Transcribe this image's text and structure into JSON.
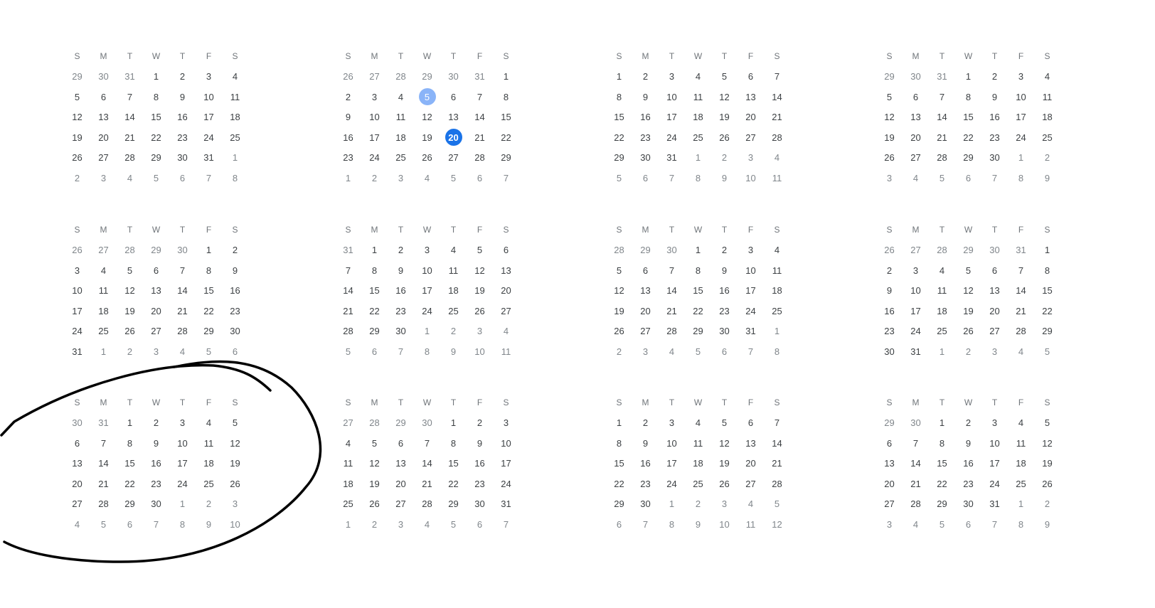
{
  "calendar": {
    "selected": {
      "month": 1,
      "day": "5"
    },
    "today": {
      "month": 1,
      "day": "20"
    },
    "accent_color": "#1a73e8",
    "selected_color": "#8ab4f8",
    "annotation": {
      "type": "freehand-ellipse",
      "color": "#000000",
      "target_month": 8
    },
    "months": [
      {
        "weekdays": [
          "S",
          "M",
          "T",
          "W",
          "T",
          "F",
          "S"
        ],
        "weeks": [
          [
            "29",
            "30",
            "31",
            "1",
            "2",
            "3",
            "4"
          ],
          [
            "5",
            "6",
            "7",
            "8",
            "9",
            "10",
            "11"
          ],
          [
            "12",
            "13",
            "14",
            "15",
            "16",
            "17",
            "18"
          ],
          [
            "19",
            "20",
            "21",
            "22",
            "23",
            "24",
            "25"
          ],
          [
            "26",
            "27",
            "28",
            "29",
            "30",
            "31",
            "1"
          ],
          [
            "2",
            "3",
            "4",
            "5",
            "6",
            "7",
            "8"
          ]
        ]
      },
      {
        "weekdays": [
          "S",
          "M",
          "T",
          "W",
          "T",
          "F",
          "S"
        ],
        "weeks": [
          [
            "26",
            "27",
            "28",
            "29",
            "30",
            "31",
            "1"
          ],
          [
            "2",
            "3",
            "4",
            "5",
            "6",
            "7",
            "8"
          ],
          [
            "9",
            "10",
            "11",
            "12",
            "13",
            "14",
            "15"
          ],
          [
            "16",
            "17",
            "18",
            "19",
            "20",
            "21",
            "22"
          ],
          [
            "23",
            "24",
            "25",
            "26",
            "27",
            "28",
            "29"
          ],
          [
            "1",
            "2",
            "3",
            "4",
            "5",
            "6",
            "7"
          ]
        ]
      },
      {
        "weekdays": [
          "S",
          "M",
          "T",
          "W",
          "T",
          "F",
          "S"
        ],
        "weeks": [
          [
            "1",
            "2",
            "3",
            "4",
            "5",
            "6",
            "7"
          ],
          [
            "8",
            "9",
            "10",
            "11",
            "12",
            "13",
            "14"
          ],
          [
            "15",
            "16",
            "17",
            "18",
            "19",
            "20",
            "21"
          ],
          [
            "22",
            "23",
            "24",
            "25",
            "26",
            "27",
            "28"
          ],
          [
            "29",
            "30",
            "31",
            "1",
            "2",
            "3",
            "4"
          ],
          [
            "5",
            "6",
            "7",
            "8",
            "9",
            "10",
            "11"
          ]
        ]
      },
      {
        "weekdays": [
          "S",
          "M",
          "T",
          "W",
          "T",
          "F",
          "S"
        ],
        "weeks": [
          [
            "29",
            "30",
            "31",
            "1",
            "2",
            "3",
            "4"
          ],
          [
            "5",
            "6",
            "7",
            "8",
            "9",
            "10",
            "11"
          ],
          [
            "12",
            "13",
            "14",
            "15",
            "16",
            "17",
            "18"
          ],
          [
            "19",
            "20",
            "21",
            "22",
            "23",
            "24",
            "25"
          ],
          [
            "26",
            "27",
            "28",
            "29",
            "30",
            "1",
            "2"
          ],
          [
            "3",
            "4",
            "5",
            "6",
            "7",
            "8",
            "9"
          ]
        ]
      },
      {
        "weekdays": [
          "S",
          "M",
          "T",
          "W",
          "T",
          "F",
          "S"
        ],
        "weeks": [
          [
            "26",
            "27",
            "28",
            "29",
            "30",
            "1",
            "2"
          ],
          [
            "3",
            "4",
            "5",
            "6",
            "7",
            "8",
            "9"
          ],
          [
            "10",
            "11",
            "12",
            "13",
            "14",
            "15",
            "16"
          ],
          [
            "17",
            "18",
            "19",
            "20",
            "21",
            "22",
            "23"
          ],
          [
            "24",
            "25",
            "26",
            "27",
            "28",
            "29",
            "30"
          ],
          [
            "31",
            "1",
            "2",
            "3",
            "4",
            "5",
            "6"
          ]
        ]
      },
      {
        "weekdays": [
          "S",
          "M",
          "T",
          "W",
          "T",
          "F",
          "S"
        ],
        "weeks": [
          [
            "31",
            "1",
            "2",
            "3",
            "4",
            "5",
            "6"
          ],
          [
            "7",
            "8",
            "9",
            "10",
            "11",
            "12",
            "13"
          ],
          [
            "14",
            "15",
            "16",
            "17",
            "18",
            "19",
            "20"
          ],
          [
            "21",
            "22",
            "23",
            "24",
            "25",
            "26",
            "27"
          ],
          [
            "28",
            "29",
            "30",
            "1",
            "2",
            "3",
            "4"
          ],
          [
            "5",
            "6",
            "7",
            "8",
            "9",
            "10",
            "11"
          ]
        ]
      },
      {
        "weekdays": [
          "S",
          "M",
          "T",
          "W",
          "T",
          "F",
          "S"
        ],
        "weeks": [
          [
            "28",
            "29",
            "30",
            "1",
            "2",
            "3",
            "4"
          ],
          [
            "5",
            "6",
            "7",
            "8",
            "9",
            "10",
            "11"
          ],
          [
            "12",
            "13",
            "14",
            "15",
            "16",
            "17",
            "18"
          ],
          [
            "19",
            "20",
            "21",
            "22",
            "23",
            "24",
            "25"
          ],
          [
            "26",
            "27",
            "28",
            "29",
            "30",
            "31",
            "1"
          ],
          [
            "2",
            "3",
            "4",
            "5",
            "6",
            "7",
            "8"
          ]
        ]
      },
      {
        "weekdays": [
          "S",
          "M",
          "T",
          "W",
          "T",
          "F",
          "S"
        ],
        "weeks": [
          [
            "26",
            "27",
            "28",
            "29",
            "30",
            "31",
            "1"
          ],
          [
            "2",
            "3",
            "4",
            "5",
            "6",
            "7",
            "8"
          ],
          [
            "9",
            "10",
            "11",
            "12",
            "13",
            "14",
            "15"
          ],
          [
            "16",
            "17",
            "18",
            "19",
            "20",
            "21",
            "22"
          ],
          [
            "23",
            "24",
            "25",
            "26",
            "27",
            "28",
            "29"
          ],
          [
            "30",
            "31",
            "1",
            "2",
            "3",
            "4",
            "5"
          ]
        ]
      },
      {
        "weekdays": [
          "S",
          "M",
          "T",
          "W",
          "T",
          "F",
          "S"
        ],
        "weeks": [
          [
            "30",
            "31",
            "1",
            "2",
            "3",
            "4",
            "5"
          ],
          [
            "6",
            "7",
            "8",
            "9",
            "10",
            "11",
            "12"
          ],
          [
            "13",
            "14",
            "15",
            "16",
            "17",
            "18",
            "19"
          ],
          [
            "20",
            "21",
            "22",
            "23",
            "24",
            "25",
            "26"
          ],
          [
            "27",
            "28",
            "29",
            "30",
            "1",
            "2",
            "3"
          ],
          [
            "4",
            "5",
            "6",
            "7",
            "8",
            "9",
            "10"
          ]
        ]
      },
      {
        "weekdays": [
          "S",
          "M",
          "T",
          "W",
          "T",
          "F",
          "S"
        ],
        "weeks": [
          [
            "27",
            "28",
            "29",
            "30",
            "1",
            "2",
            "3"
          ],
          [
            "4",
            "5",
            "6",
            "7",
            "8",
            "9",
            "10"
          ],
          [
            "11",
            "12",
            "13",
            "14",
            "15",
            "16",
            "17"
          ],
          [
            "18",
            "19",
            "20",
            "21",
            "22",
            "23",
            "24"
          ],
          [
            "25",
            "26",
            "27",
            "28",
            "29",
            "30",
            "31"
          ],
          [
            "1",
            "2",
            "3",
            "4",
            "5",
            "6",
            "7"
          ]
        ]
      },
      {
        "weekdays": [
          "S",
          "M",
          "T",
          "W",
          "T",
          "F",
          "S"
        ],
        "weeks": [
          [
            "1",
            "2",
            "3",
            "4",
            "5",
            "6",
            "7"
          ],
          [
            "8",
            "9",
            "10",
            "11",
            "12",
            "13",
            "14"
          ],
          [
            "15",
            "16",
            "17",
            "18",
            "19",
            "20",
            "21"
          ],
          [
            "22",
            "23",
            "24",
            "25",
            "26",
            "27",
            "28"
          ],
          [
            "29",
            "30",
            "1",
            "2",
            "3",
            "4",
            "5"
          ],
          [
            "6",
            "7",
            "8",
            "9",
            "10",
            "11",
            "12"
          ]
        ]
      },
      {
        "weekdays": [
          "S",
          "M",
          "T",
          "W",
          "T",
          "F",
          "S"
        ],
        "weeks": [
          [
            "29",
            "30",
            "1",
            "2",
            "3",
            "4",
            "5"
          ],
          [
            "6",
            "7",
            "8",
            "9",
            "10",
            "11",
            "12"
          ],
          [
            "13",
            "14",
            "15",
            "16",
            "17",
            "18",
            "19"
          ],
          [
            "20",
            "21",
            "22",
            "23",
            "24",
            "25",
            "26"
          ],
          [
            "27",
            "28",
            "29",
            "30",
            "31",
            "1",
            "2"
          ],
          [
            "3",
            "4",
            "5",
            "6",
            "7",
            "8",
            "9"
          ]
        ]
      }
    ]
  }
}
